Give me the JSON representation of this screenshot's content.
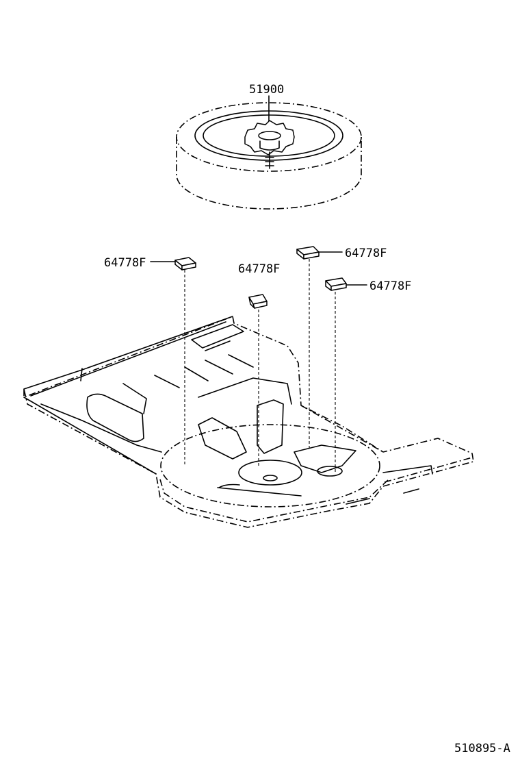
{
  "labels": {
    "spare_wheel_carrier": "51900",
    "floor_patch_left": "64778F",
    "floor_patch_center": "64778F",
    "floor_patch_right_upper": "64778F",
    "floor_patch_right_lower": "64778F",
    "diagram_id": "510895-A"
  }
}
